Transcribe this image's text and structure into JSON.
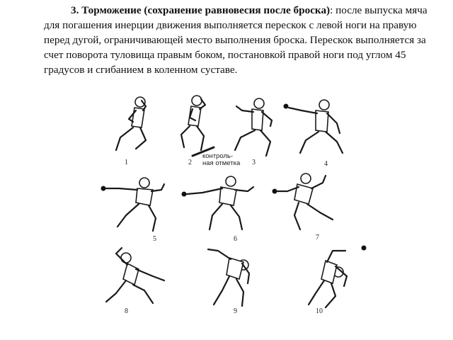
{
  "paragraph": {
    "lead": "3. Торможение (сохранение равновесия после броска)",
    "body": ": после выпуска мяча для погашения инерции движения  выполняется перескок с левой ноги на правую перед дугой, ограничивающей место выполнения броска. Перескок выполняется за счет поворота туловища правым боком, постановкой правой ноги под углом 45 градусов и сгибанием в коленном суставе."
  },
  "figure": {
    "frame_numbers": [
      "1",
      "2",
      "3",
      "4",
      "5",
      "6",
      "7",
      "8",
      "9",
      "10"
    ],
    "control_mark_label_line1": "контроль-",
    "control_mark_label_line2": "ная отметка"
  }
}
